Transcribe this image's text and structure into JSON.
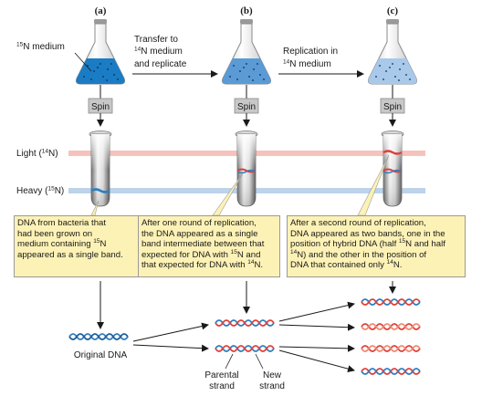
{
  "panels": {
    "a": {
      "label": "(a)"
    },
    "b": {
      "label": "(b)"
    },
    "c": {
      "label": "(c)"
    }
  },
  "medium_label": {
    "iso": "15",
    "rest": "N medium"
  },
  "transfer_label": {
    "line1": "Transfer to",
    "line2_iso": "14",
    "line2_rest": "N medium",
    "line3": "and replicate"
  },
  "replication_label": {
    "line1": "Replication in",
    "line2_iso": "14",
    "line2_rest": "N medium"
  },
  "spin_label": "Spin",
  "band_labels": {
    "light": {
      "pre": "Light (",
      "iso": "14",
      "post": "N)"
    },
    "heavy": {
      "pre": "Heavy (",
      "iso": "15",
      "post": "N)"
    }
  },
  "notes": {
    "a": {
      "l1": "DNA from bacteria that",
      "l2": "had been grown on",
      "l3_pre": "medium containing ",
      "l3_iso": "15",
      "l3_post": "N",
      "l4": "appeared as a single band."
    },
    "b": {
      "l1": "After one round of replication,",
      "l2": "the DNA appeared as a single",
      "l3": "band intermediate between that",
      "l4_pre": "expected for DNA with ",
      "l4_iso": "15",
      "l4_post": "N and",
      "l5_pre": "that expected for DNA with ",
      "l5_iso": "14",
      "l5_post": "N."
    },
    "c": {
      "l1": "After a second round of replication,",
      "l2": "DNA appeared as two bands, one in the",
      "l3_pre": "position of hybrid DNA (half ",
      "l3_iso": "15",
      "l3_post": "N and half",
      "l4_iso": "14",
      "l4_post": "N) and the other in the position of",
      "l5_pre": "DNA that contained only ",
      "l5_iso": "14",
      "l5_post": "N."
    }
  },
  "dna_labels": {
    "original": "Original DNA",
    "parental": {
      "l1": "Parental",
      "l2": "strand"
    },
    "new": {
      "l1": "New",
      "l2": "strand"
    }
  },
  "colors": {
    "heavy_strand": "#2f7fc0",
    "light_strand": "#e0403a",
    "light_line": "#f6c2bc",
    "heavy_line": "#bcd3ea",
    "note_fill": "#fdf2b6",
    "flask_medium_a": "#1a7cc4",
    "flask_medium_b": "#5a9bd6",
    "flask_medium_c": "#a8c9ea"
  },
  "icons": [
    "flask-icon",
    "test-tube-icon",
    "dna-helix-icon",
    "arrow-icon"
  ]
}
